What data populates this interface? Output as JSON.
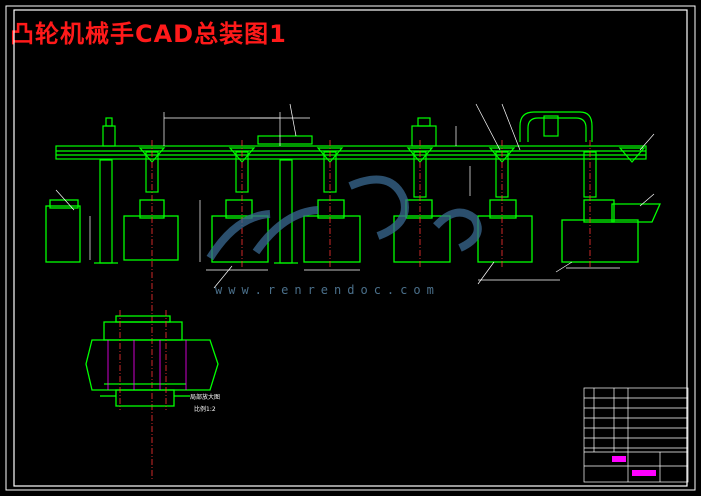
{
  "page": {
    "title": "凸轮机械手CAD总装图1",
    "watermark": "www.renrendoc.com"
  },
  "drawing": {
    "detail_label": "局部放大图",
    "detail_scale": "比例1:2"
  },
  "colors": {
    "background": "#000000",
    "title": "#ff1a1a",
    "outline": "#00ff00",
    "dimension": "#ffffff",
    "centerline": "#ff3333",
    "accent": "#ff00ff",
    "watermark": "#4a6f8a"
  }
}
